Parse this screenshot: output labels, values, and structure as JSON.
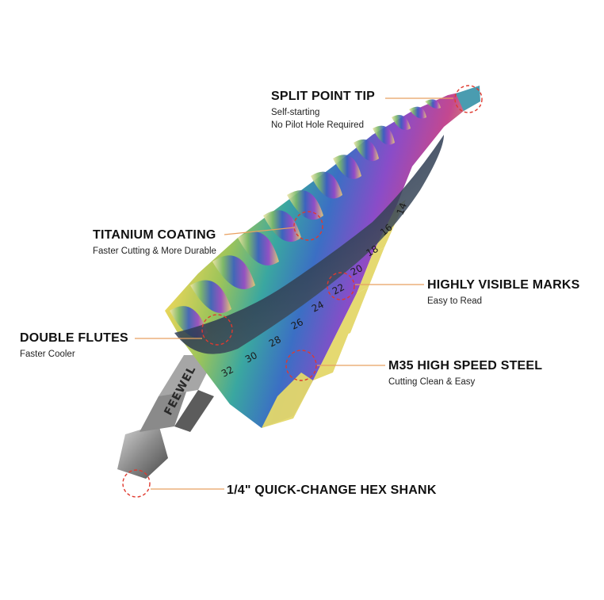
{
  "callouts": {
    "split_point": {
      "title": "SPLIT POINT TIP",
      "lines": [
        "Self-starting",
        "No Pilot Hole Required"
      ]
    },
    "titanium": {
      "title": "TITANIUM COATING",
      "lines": [
        "Faster Cutting  &  More Durable"
      ]
    },
    "visible_marks": {
      "title": "HIGHLY VISIBLE MARKS",
      "lines": [
        "Easy to Read"
      ]
    },
    "double_flutes": {
      "title": "DOUBLE FLUTES",
      "lines": [
        "Faster Cooler"
      ]
    },
    "m35": {
      "title": "M35 HIGH SPEED STEEL",
      "lines": [
        "Cutting Clean  & Easy"
      ]
    },
    "hex_shank": {
      "title": "1/4\" QUICK-CHANGE HEX SHANK",
      "lines": []
    }
  },
  "bit": {
    "step_marks": [
      "14",
      "16",
      "18",
      "20",
      "22",
      "24",
      "26",
      "28",
      "30",
      "32"
    ],
    "brand": "FEEWEL"
  },
  "colors": {
    "leader_line": "#e8a060",
    "highlight_circle": "#e0392e"
  }
}
